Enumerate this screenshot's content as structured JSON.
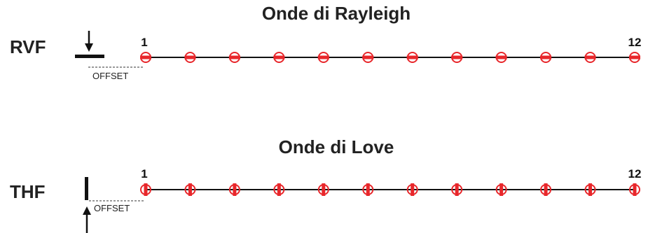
{
  "rayleigh": {
    "title": "Onde di Rayleigh",
    "source_label": "RVF",
    "offset_label": "OFFSET",
    "first_index": "1",
    "last_index": "12",
    "geophone_count": 12
  },
  "love": {
    "title": "Onde di Love",
    "source_label": "THF",
    "offset_label": "OFFSET",
    "first_index": "1",
    "last_index": "12",
    "geophone_count": 12
  },
  "colors": {
    "geophone_red": "#e8272b",
    "line": "#111111",
    "text": "#222222"
  }
}
